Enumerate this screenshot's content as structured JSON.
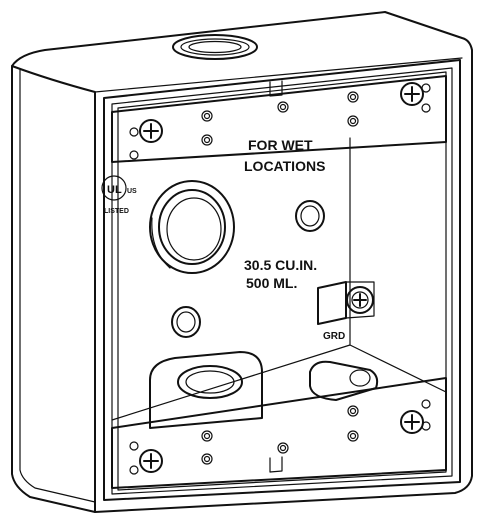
{
  "labels": {
    "wet_line1": "FOR WET",
    "wet_line2": "LOCATIONS",
    "capacity_line1": "30.5 CU.IN.",
    "capacity_line2": "500 ML.",
    "ground": "GRD",
    "ul_mark": "UL",
    "ul_us": "US",
    "ul_listed": "LISTED"
  }
}
